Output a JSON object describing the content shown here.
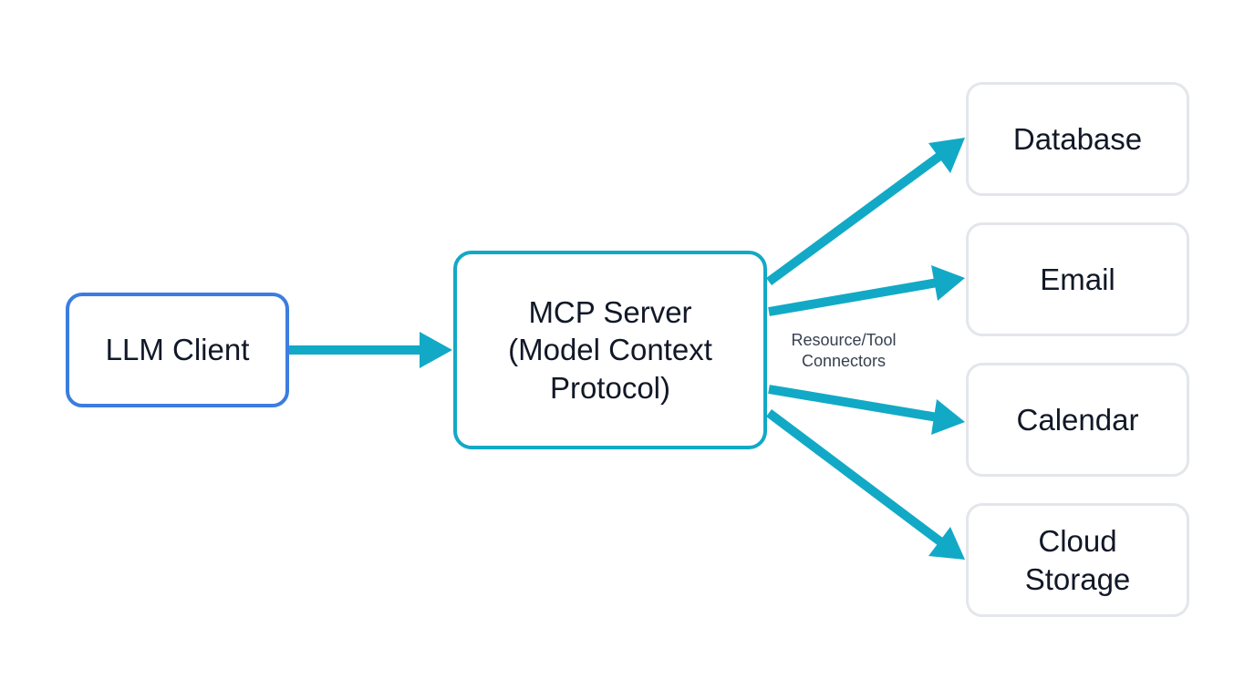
{
  "nodes": {
    "llm_client": "LLM Client",
    "mcp_server": "MCP Server\n(Model Context\nProtocol)",
    "targets": [
      "Database",
      "Email",
      "Calendar",
      "Cloud\nStorage"
    ]
  },
  "connectors_label": "Resource/Tool\nConnectors",
  "colors": {
    "client_border": "#3b7de0",
    "server_border": "#12a9c6",
    "arrow": "#12a9c6",
    "target_border": "#e3e6ea"
  }
}
